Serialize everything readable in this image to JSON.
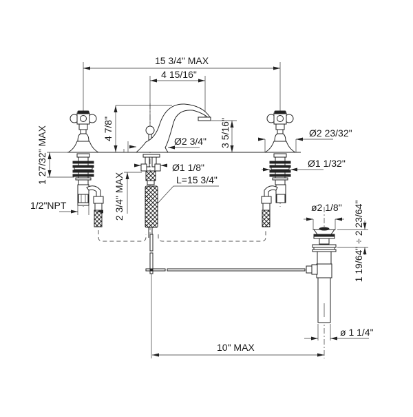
{
  "drawing": {
    "title": "Widespread lavatory faucet with pop-up drain - dimensional drawing",
    "colors": {
      "line": "#222222",
      "background": "#ffffff"
    },
    "dimensions": {
      "overall_width": "15 3/4\" MAX",
      "spout_reach": "4 15/16\"",
      "spout_height": "4 7/8\"",
      "spout_outlet_height": "3 5/16\"",
      "spout_base_diameter": "Ø2 3/4\"",
      "spout_shank_diameter": "Ø1 1/8\"",
      "handle_base_diameter": "Ø2 23/32\"",
      "handle_shank_diameter": "Ø1 1/32\"",
      "handle_shank_length": "1 27/32\" MAX",
      "supply_connection": "1/2\"NPT",
      "spout_shank_length": "2 3/4\" MAX",
      "hose_length": "L=15 3/4\"",
      "drain_flange_diameter": "ø2 1/8\"",
      "drain_range": "1 19/64\" ÷ 2 23/64\"",
      "tailpiece_diameter": "ø 1 1/4\"",
      "drain_rod_reach": "10\" MAX"
    }
  }
}
